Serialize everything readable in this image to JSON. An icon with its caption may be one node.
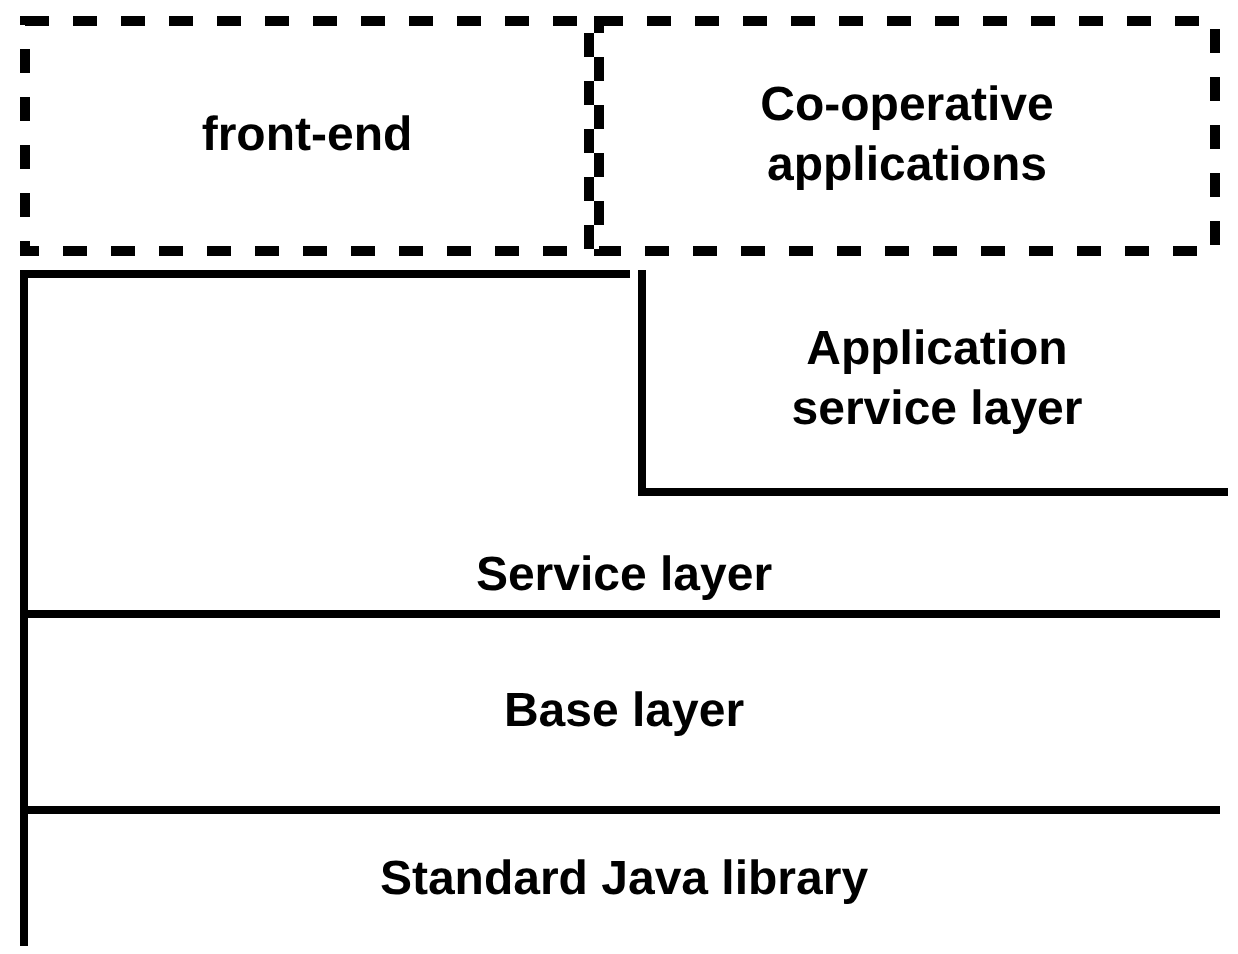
{
  "diagram": {
    "nodes": [
      {
        "text": [
          "front-end"
        ]
      },
      {
        "text": [
          "Co-operative applications"
        ]
      },
      {
        "text": [
          "Service layer"
        ]
      },
      {
        "text": [
          "Application service layer"
        ],
        "in": 2
      },
      {
        "text": [
          "Base layer"
        ]
      },
      {
        "text": [
          "Standard Java library"
        ]
      }
    ],
    "edges": []
  }
}
